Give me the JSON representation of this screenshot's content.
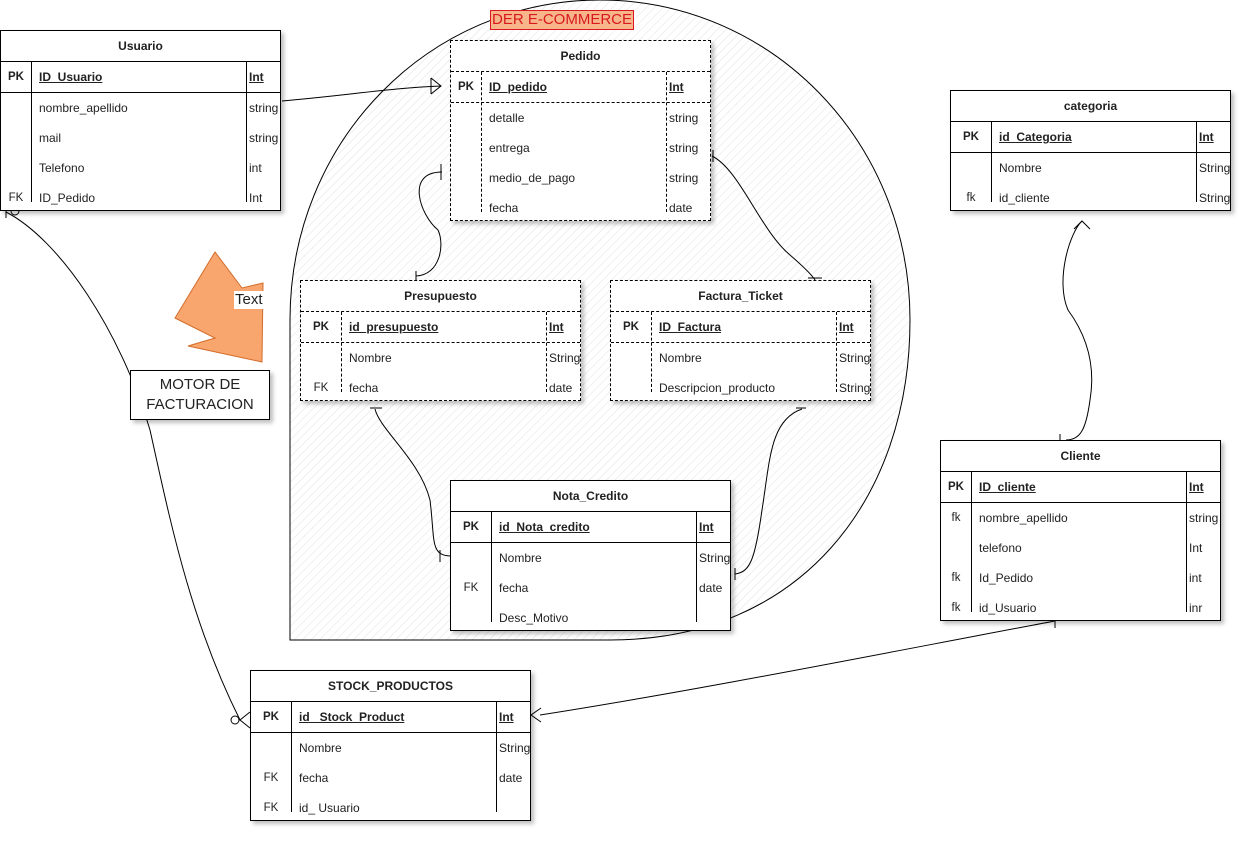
{
  "diagram_title": "DER E-COMMERCE",
  "callout": {
    "arrow_text": "Text",
    "box_label_line1": "MOTOR DE",
    "box_label_line2": "FACTURACION"
  },
  "colors": {
    "title_fill": "#f8b58a",
    "title_text": "#d7191f",
    "arrow_fill": "#f8a56e",
    "arrow_stroke": "#d36c2a",
    "line": "#000000",
    "background": "#ffffff"
  },
  "entities": {
    "usuario": {
      "name": "Usuario",
      "rows": [
        {
          "key": "PK",
          "name": "ID_Usuario",
          "type": "Int"
        },
        {
          "key": "",
          "name": "nombre_apellido",
          "type": "string"
        },
        {
          "key": "",
          "name": "mail",
          "type": "string"
        },
        {
          "key": "",
          "name": "Telefono",
          "type": "int"
        },
        {
          "key": "FK",
          "name": "ID_Pedido",
          "type": "Int"
        }
      ]
    },
    "pedido": {
      "name": "Pedido",
      "rows": [
        {
          "key": "PK",
          "name": "ID_pedido",
          "type": "Int"
        },
        {
          "key": "",
          "name": "detalle",
          "type": "string"
        },
        {
          "key": "",
          "name": "entrega",
          "type": "string"
        },
        {
          "key": "",
          "name": "medio_de_pago",
          "type": "string"
        },
        {
          "key": "",
          "name": "fecha",
          "type": "date"
        }
      ]
    },
    "categoria": {
      "name": "categoria",
      "rows": [
        {
          "key": "PK",
          "name": "id_Categoria",
          "type": "Int"
        },
        {
          "key": "",
          "name": "Nombre",
          "type": "String"
        },
        {
          "key": "fk",
          "name": "id_cliente",
          "type": "String"
        }
      ]
    },
    "presupuesto": {
      "name": "Presupuesto",
      "rows": [
        {
          "key": "PK",
          "name": "id_presupuesto",
          "type": "Int"
        },
        {
          "key": "",
          "name": "Nombre",
          "type": "String"
        },
        {
          "key": "FK",
          "name": "fecha",
          "type": "date"
        }
      ]
    },
    "factura": {
      "name": "Factura_Ticket",
      "rows": [
        {
          "key": "PK",
          "name": "ID_Factura",
          "type": "Int"
        },
        {
          "key": "",
          "name": "Nombre",
          "type": "String"
        },
        {
          "key": "",
          "name": "Descripcion_producto",
          "type": "String"
        }
      ]
    },
    "nota": {
      "name": "Nota_Credito",
      "rows": [
        {
          "key": "PK",
          "name": "id_Nota_credito",
          "type": "Int"
        },
        {
          "key": "",
          "name": "Nombre",
          "type": "String"
        },
        {
          "key": "FK",
          "name": "fecha",
          "type": "date"
        },
        {
          "key": "",
          "name": "Desc_Motivo",
          "type": ""
        }
      ]
    },
    "cliente": {
      "name": "Cliente",
      "rows": [
        {
          "key": "PK",
          "name": "ID_cliente",
          "type": "Int"
        },
        {
          "key": "fk",
          "name": "nombre_apellido",
          "type": "string"
        },
        {
          "key": "",
          "name": "telefono",
          "type": "Int"
        },
        {
          "key": "fk",
          "name": "Id_Pedido",
          "type": "int"
        },
        {
          "key": "fk",
          "name": "id_Usuario",
          "type": "inr"
        }
      ]
    },
    "stock": {
      "name": "STOCK_PRODUCTOS",
      "rows": [
        {
          "key": "PK",
          "name": "id_ Stock_Product",
          "type": "Int"
        },
        {
          "key": "",
          "name": "Nombre",
          "type": "String"
        },
        {
          "key": "FK",
          "name": "fecha",
          "type": "date"
        },
        {
          "key": "FK",
          "name": "id_ Usuario",
          "type": ""
        }
      ]
    }
  }
}
